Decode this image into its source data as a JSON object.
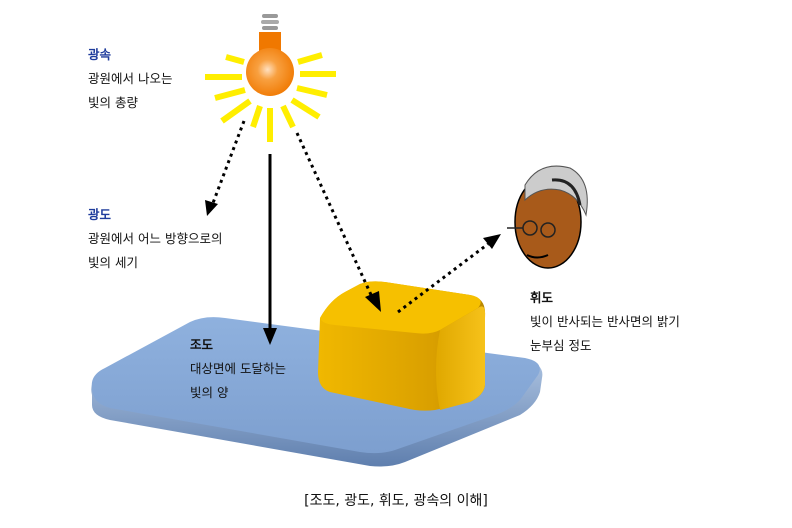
{
  "luminous_flux": {
    "title": "광속",
    "lines": [
      "광원에서 나오는",
      "빛의 총량"
    ]
  },
  "luminous_intensity": {
    "title": "광도",
    "lines": [
      "광원에서 어느 방향으로의",
      "빛의 세기"
    ]
  },
  "illuminance": {
    "title": "조도",
    "lines": [
      "대상면에 도달하는",
      "빛의 양"
    ]
  },
  "luminance": {
    "title": "휘도",
    "lines": [
      "빛이 반사되는 반사면의 밝기",
      "눈부심 정도"
    ]
  },
  "caption": "[조도, 광도, 휘도, 광속의 이해]",
  "colors": {
    "title_blue": "#1f3c9c",
    "platform": "#8aaedc",
    "cube": "#f2b800",
    "bulb": "#f08000",
    "rays": "#ffee00"
  }
}
